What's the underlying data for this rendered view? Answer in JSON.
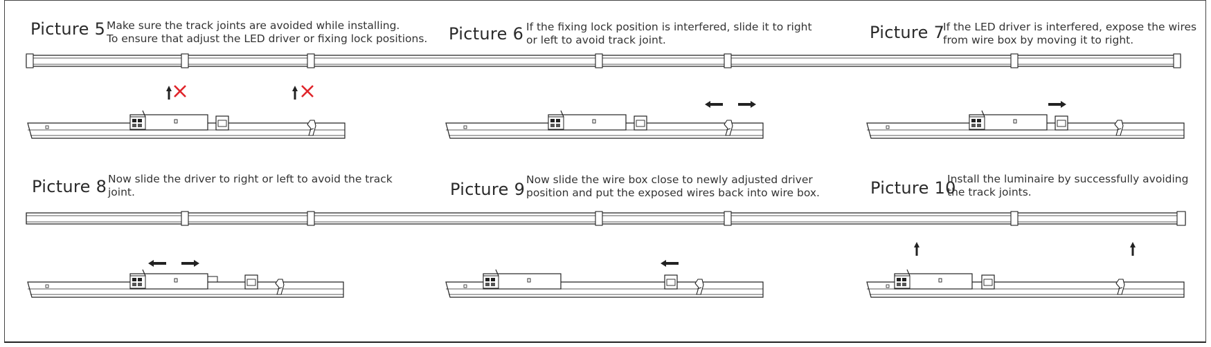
{
  "pictures": [
    {
      "label": "Picture 5",
      "line1": "Make sure the track joints are avoided while installing.",
      "line2": "To ensure that adjust the LED driver or fixing lock positions."
    },
    {
      "label": "Picture 6",
      "line1": "If the fixing lock position is interfered, slide it to right",
      "line2": "or left to avoid track joint."
    },
    {
      "label": "Picture 7",
      "line1": "If the LED driver is interfered, expose the wires",
      "line2": "from wire box by moving it to right."
    },
    {
      "label": "Picture 8",
      "line1": "Now slide the driver to right or left to avoid the track",
      "line2": "joint."
    },
    {
      "label": "Picture 9",
      "line1": "Now slide the wire box close to newly adjusted driver",
      "line2": "position and put the exposed wires back into wire box."
    },
    {
      "label": "Picture 10",
      "line1": "Install the luminaire by successfully avoiding",
      "line2": "the track joints."
    }
  ],
  "colors": {
    "line": "#222222",
    "cross": "#e0252b"
  },
  "icons": [
    "up-arrow-icon",
    "cross-icon",
    "left-arrow-icon",
    "right-arrow-icon"
  ]
}
